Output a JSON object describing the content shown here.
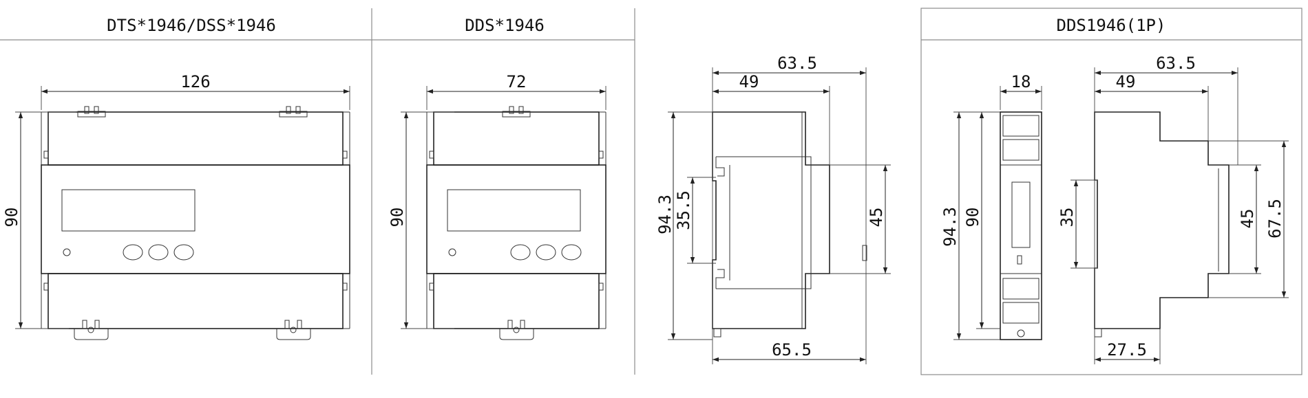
{
  "panels": {
    "p1": {
      "title": "DTS*1946/DSS*1946",
      "width": "126",
      "height": "90"
    },
    "p2": {
      "title": "DDS*1946",
      "width": "72",
      "height": "90"
    },
    "p3": {
      "depth_overall": "63.5",
      "depth_body": "49",
      "height_overall": "94.3",
      "rail_height": "35.5",
      "step_height": "45",
      "depth_bottom": "65.5"
    },
    "p4": {
      "title": "DDS1946(1P)",
      "width": "18",
      "height_overall": "94.3",
      "height": "90",
      "depth_overall": "63.5",
      "depth_body": "49",
      "rail_height": "35",
      "step_height": "45",
      "step_height2": "67.5",
      "depth_bottom": "27.5"
    }
  }
}
